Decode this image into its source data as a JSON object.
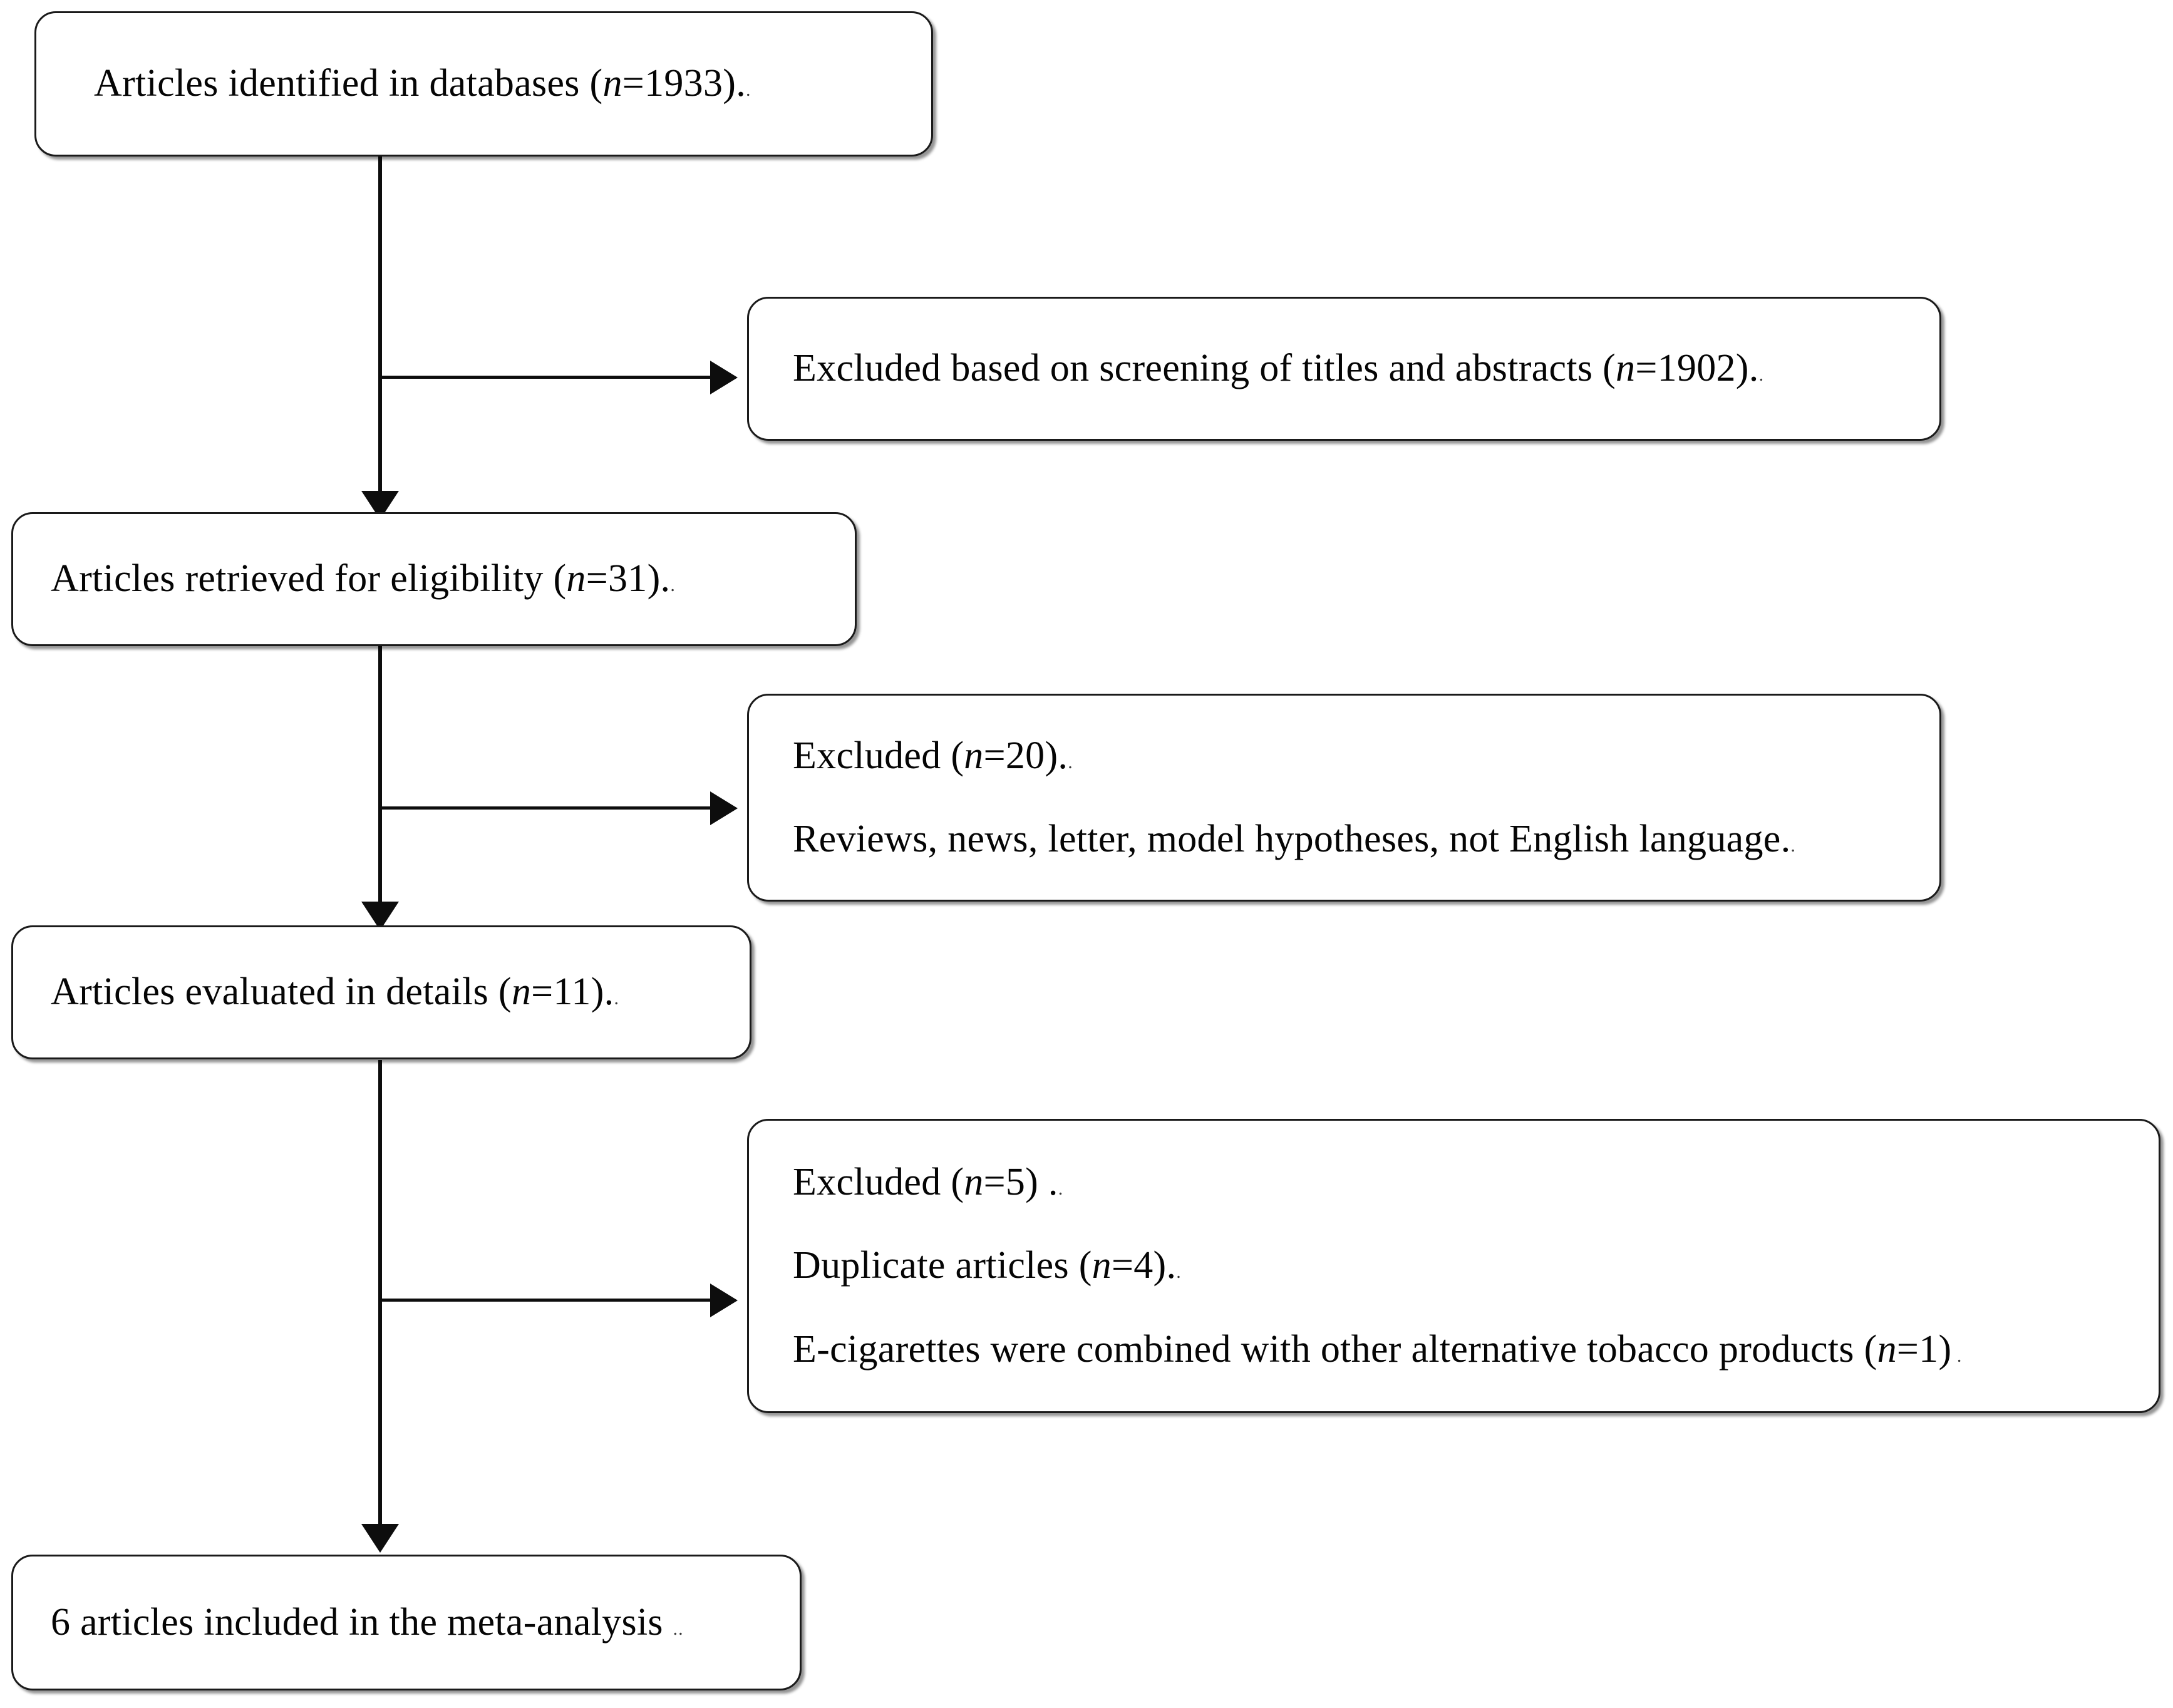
{
  "diagram": {
    "type": "prisma-flow-diagram",
    "title": "Study selection flow",
    "accent_color": "#000000",
    "background_color": "#ffffff",
    "nodes": [
      {
        "id": "identified",
        "lines": [
          {
            "pre": "Articles identified in databases (",
            "ital": "n",
            "post": "=1933).",
            "mark": "."
          }
        ]
      },
      {
        "id": "excluded-screening",
        "lines": [
          {
            "pre": "Excluded based on screening of titles  and abstracts (",
            "ital": "n",
            "post": "=1902).",
            "mark": "."
          }
        ]
      },
      {
        "id": "retrieved",
        "lines": [
          {
            "pre": "Articles retrieved for eligibility  (",
            "ital": "n",
            "post": "=31).",
            "mark": "."
          }
        ]
      },
      {
        "id": "excluded-20",
        "lines": [
          {
            "pre": "Excluded (",
            "ital": "n",
            "post": "=20).",
            "mark": "."
          },
          {
            "pre": "Reviews, news, letter, model hypotheses, not English language.",
            "ital": "",
            "post": "",
            "mark": "."
          }
        ]
      },
      {
        "id": "evaluated",
        "lines": [
          {
            "pre": "Articles evaluated in details (",
            "ital": "n",
            "post": "=11).",
            "mark": "."
          }
        ]
      },
      {
        "id": "excluded-5",
        "lines": [
          {
            "pre": "Excluded (",
            "ital": "n",
            "post": "=5)  .",
            "mark": "."
          },
          {
            "pre": "Duplicate articles (",
            "ital": "n",
            "post": "=4).",
            "mark": "."
          },
          {
            "pre": "E-cigarettes were combined with other alternative tobacco products (",
            "ital": "n",
            "post": "=1)",
            "mark": "   ."
          }
        ]
      },
      {
        "id": "included",
        "lines": [
          {
            "pre": "6 articles  included in the meta-analysis  ",
            "ital": "",
            "post": "",
            "mark": ".."
          }
        ]
      }
    ],
    "counts": {
      "identified": 1933,
      "excluded_titles_abstracts": 1902,
      "retrieved_eligibility": 31,
      "excluded_eligibility": 20,
      "evaluated_details": 11,
      "excluded_details": 5,
      "duplicate_articles": 4,
      "combined_with_other_products": 1,
      "included_meta_analysis": 6
    },
    "text": {
      "n1_pre": "Articles identified in databases (",
      "n1_ital": "n",
      "n1_post": "=1933).",
      "n1_mark": ".",
      "n2_pre": "Excluded based on screening of titles  and abstracts (",
      "n2_ital": "n",
      "n2_post": "=1902).",
      "n2_mark": ".",
      "n3_pre": "Articles retrieved for eligibility  (",
      "n3_ital": "n",
      "n3_post": "=31).",
      "n3_mark": ".",
      "n4a_pre": "Excluded (",
      "n4a_ital": "n",
      "n4a_post": "=20).",
      "n4a_mark": ".",
      "n4b_pre": "Reviews, news, letter, model hypotheses, not English language.",
      "n4b_mark": ".",
      "n5_pre": "Articles evaluated in details (",
      "n5_ital": "n",
      "n5_post": "=11).",
      "n5_mark": ".",
      "n6a_pre": "Excluded (",
      "n6a_ital": "n",
      "n6a_post": "=5)  .",
      "n6a_mark": ".",
      "n6b_pre": "Duplicate articles (",
      "n6b_ital": "n",
      "n6b_post": "=4).",
      "n6b_mark": ".",
      "n6c_pre": "E-cigarettes were combined with other alternative tobacco products (",
      "n6c_ital": "n",
      "n6c_post": "=1)",
      "n6c_mark": "   .",
      "n7_pre": "6 articles  included in the meta-analysis  ",
      "n7_mark": ".."
    }
  }
}
